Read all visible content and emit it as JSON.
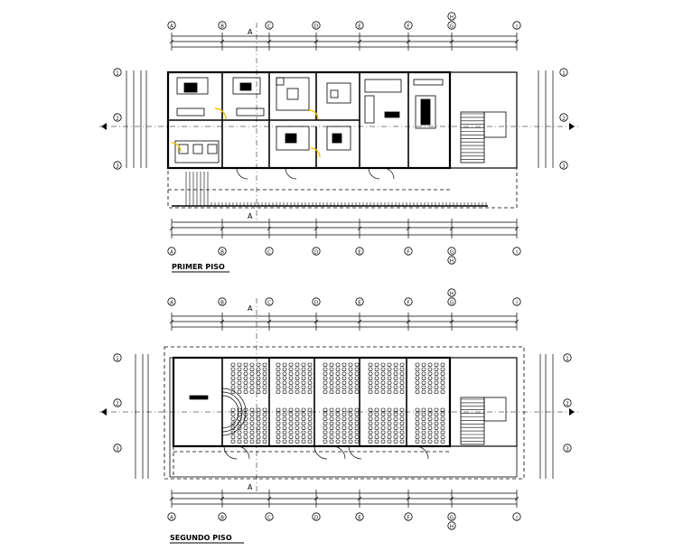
{
  "plans": [
    {
      "title": "PRIMER PISO",
      "section_marker": "A",
      "grid_columns": [
        "A",
        "B",
        "C",
        "D",
        "E",
        "F",
        "G",
        "H",
        "I"
      ],
      "grid_rows": [
        "1",
        "2",
        "3"
      ]
    },
    {
      "title": "SEGUNDO PISO",
      "section_marker": "A",
      "grid_columns": [
        "A",
        "B",
        "C",
        "D",
        "E",
        "F",
        "G",
        "H",
        "I"
      ],
      "grid_rows": [
        "1",
        "2",
        "3"
      ]
    }
  ],
  "colors": {
    "line": "#000000",
    "door_highlight": "#f2c200",
    "background": "#ffffff"
  }
}
